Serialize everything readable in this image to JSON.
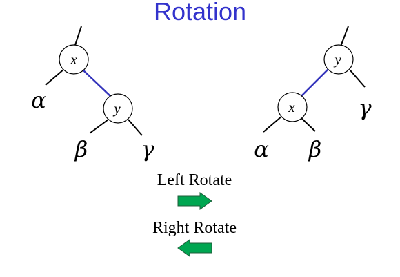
{
  "title": "Rotation",
  "left_tree": {
    "root_label": "x",
    "child_label": "y",
    "alpha": "α",
    "beta": "β",
    "gamma": "γ"
  },
  "right_tree": {
    "root_label": "y",
    "child_label": "x",
    "alpha": "α",
    "beta": "β",
    "gamma": "γ"
  },
  "operations": {
    "left_rotate": "Left Rotate",
    "right_rotate": "Right Rotate"
  },
  "colors": {
    "title": "#3333cc",
    "highlight_edge": "#3333bb",
    "arrow": "#00a651"
  }
}
